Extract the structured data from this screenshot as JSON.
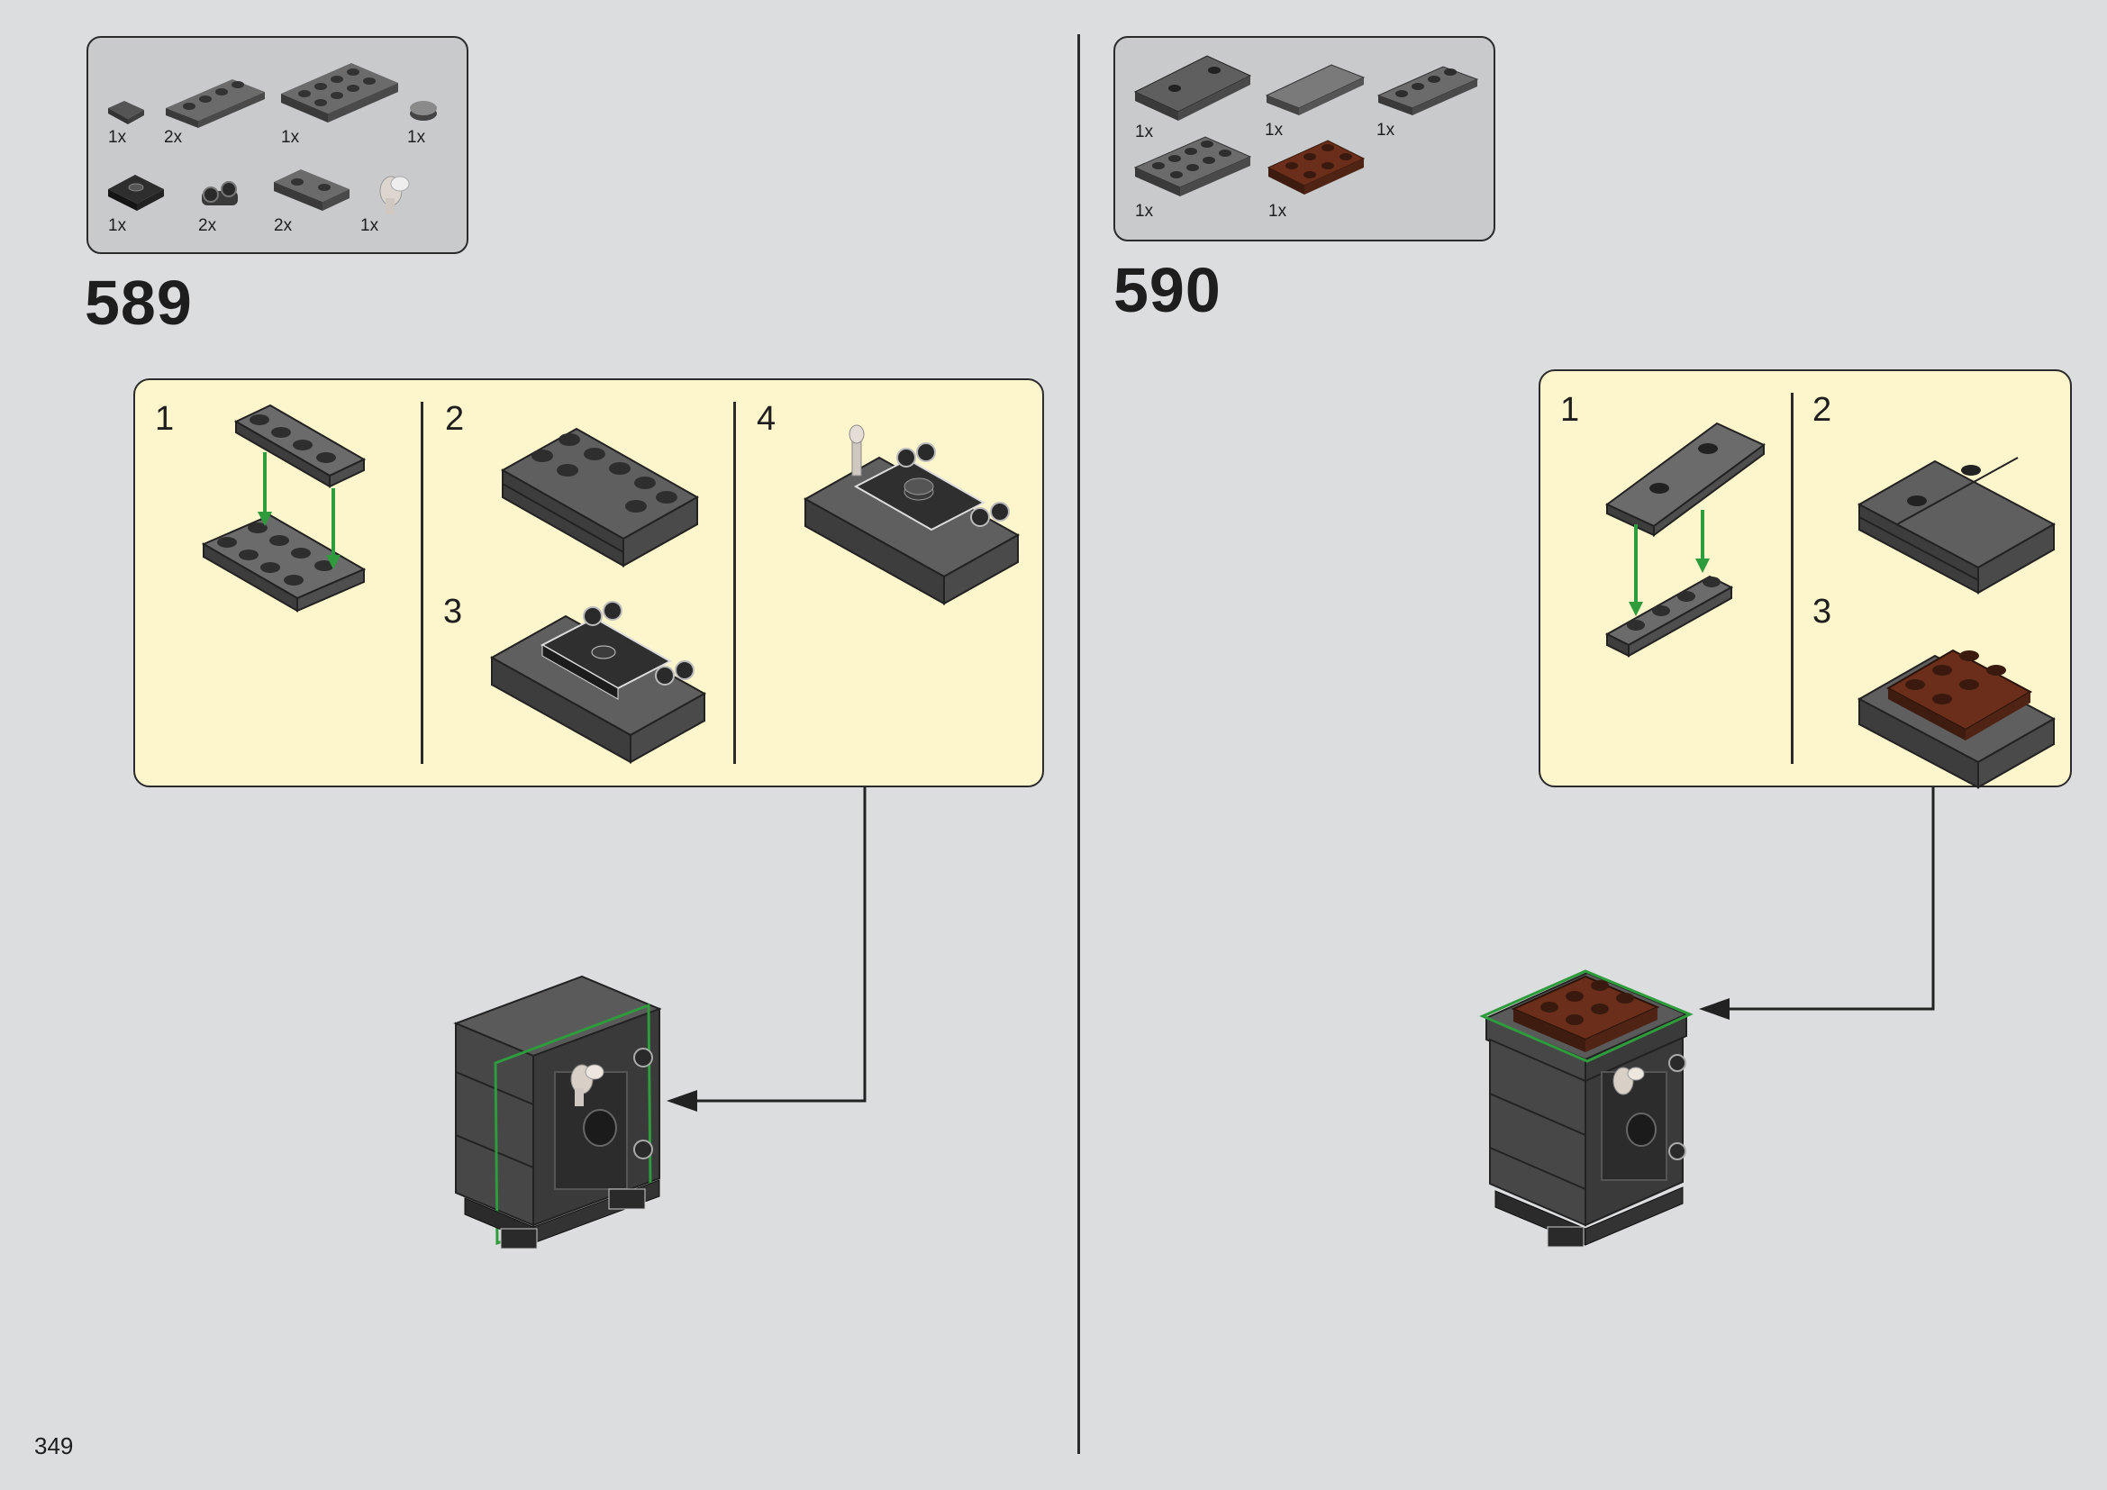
{
  "page": {
    "number": "349"
  },
  "step_589": {
    "number": "589",
    "parts": [
      {
        "qty": "1x",
        "part": "tile-1x1-dark"
      },
      {
        "qty": "2x",
        "part": "plate-1x4-dark"
      },
      {
        "qty": "1x",
        "part": "plate-2x4-dark"
      },
      {
        "qty": "1x",
        "part": "round-tile-1x1-gray"
      },
      {
        "qty": "1x",
        "part": "jumper-plate-2x2-black"
      },
      {
        "qty": "2x",
        "part": "clip-plate-dark"
      },
      {
        "qty": "2x",
        "part": "plate-2x2-gray"
      },
      {
        "qty": "1x",
        "part": "key-light"
      }
    ],
    "substeps": [
      "1",
      "2",
      "3",
      "4"
    ]
  },
  "step_590": {
    "number": "590",
    "parts": [
      {
        "qty": "1x",
        "part": "plate-2x4-studs-dark"
      },
      {
        "qty": "1x",
        "part": "tile-1x4-gray"
      },
      {
        "qty": "1x",
        "part": "plate-1x4-dark"
      },
      {
        "qty": "1x",
        "part": "plate-2x4-dark"
      },
      {
        "qty": "1x",
        "part": "plate-2x3-brown"
      }
    ],
    "substeps": [
      "1",
      "2",
      "3"
    ]
  },
  "colors": {
    "background": "#dcdddf",
    "parts_box": "#c9cacc",
    "subassembly_panel": "#fdf5cc",
    "arrow_green": "#2e9b3c",
    "brick_dark": "#4a4a4a",
    "brick_mid": "#6b6b6b",
    "brick_brown": "#6a2e1a"
  }
}
